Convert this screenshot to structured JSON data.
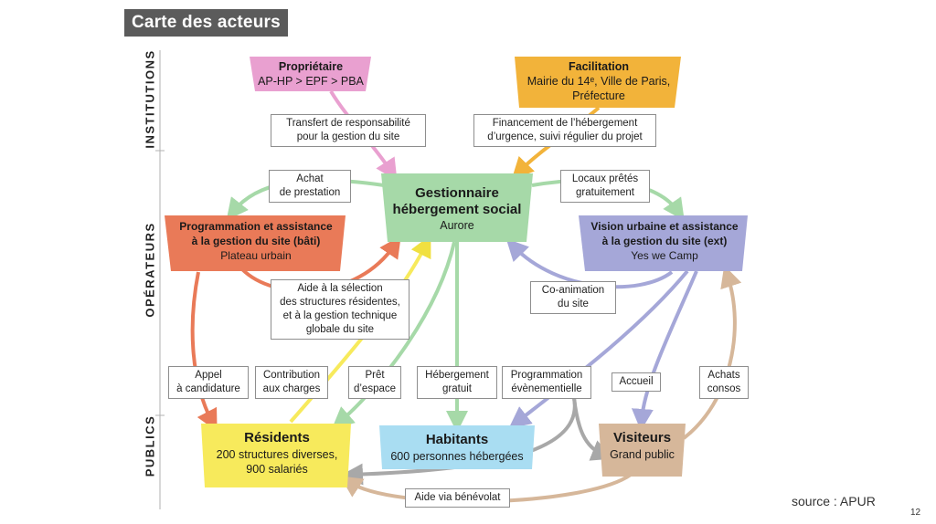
{
  "title": "Carte des acteurs",
  "bands": {
    "institutions": "INSTITUTIONS",
    "operateurs": "OPÉRATEURS",
    "publics": "PUBLICS"
  },
  "nodes": {
    "proprietaire": {
      "title": "Propriétaire",
      "subtitle": "AP-HP > EPF > PBA",
      "color": "#e9a0d0"
    },
    "facilitation": {
      "title": "Facilitation",
      "line1": "Mairie du 14ᵉ, Ville de Paris,",
      "line2": "Préfecture",
      "color": "#f2b33a"
    },
    "gestionnaire": {
      "line1": "Gestionnaire",
      "line2": "hébergement social",
      "subtitle": "Aurore",
      "color": "#a6d9a8"
    },
    "programmation": {
      "line1": "Programmation et assistance",
      "line2": "à la gestion du site (bâti)",
      "subtitle": "Plateau urbain",
      "color": "#e97a58"
    },
    "vision": {
      "line1": "Vision urbaine et assistance",
      "line2": "à la gestion du site (ext)",
      "subtitle": "Yes we Camp",
      "color": "#a5a7d8"
    },
    "residents": {
      "title": "Résidents",
      "line1": "200 structures diverses,",
      "line2": "900 salariés",
      "color": "#f7ea5c"
    },
    "habitants": {
      "title": "Habitants",
      "subtitle": "600 personnes hébergées",
      "color": "#a9ddf2"
    },
    "visiteurs": {
      "title": "Visiteurs",
      "subtitle": "Grand public",
      "color": "#d6b79a"
    }
  },
  "labels": {
    "transfert": [
      "Transfert de responsabilité",
      "pour la gestion du site"
    ],
    "financement": [
      "Financement de l’hébergement",
      "d’urgence, suivi régulier du projet"
    ],
    "achat": [
      "Achat",
      "de prestation"
    ],
    "locaux": [
      "Locaux prêtés",
      "gratuitement"
    ],
    "aide_selection": [
      "Aide à la sélection",
      "des structures résidentes,",
      "et à la gestion technique",
      "globale du site"
    ],
    "coanimation": [
      "Co-animation",
      "du site"
    ],
    "appel": [
      "Appel",
      "à candidature"
    ],
    "contribution": [
      "Contribution",
      "aux charges"
    ],
    "pret": [
      "Prêt",
      "d’espace"
    ],
    "hebergement": [
      "Hébergement",
      "gratuit"
    ],
    "prog_event": [
      "Programmation",
      "évènementielle"
    ],
    "accueil": [
      "Accueil"
    ],
    "achats": [
      "Achats",
      "consos"
    ],
    "aide_benevolat": [
      "Aide via bénévolat"
    ]
  },
  "arrow_colors": {
    "pink": "#e9a0d0",
    "orange": "#f2b33a",
    "green": "#a6d9a8",
    "red": "#e97a58",
    "purple": "#a5a7d8",
    "yellow": "#f7ea5c",
    "grey": "#a8a8a8",
    "tan": "#d6b79a"
  },
  "source": "source : APUR",
  "page_number": "12"
}
